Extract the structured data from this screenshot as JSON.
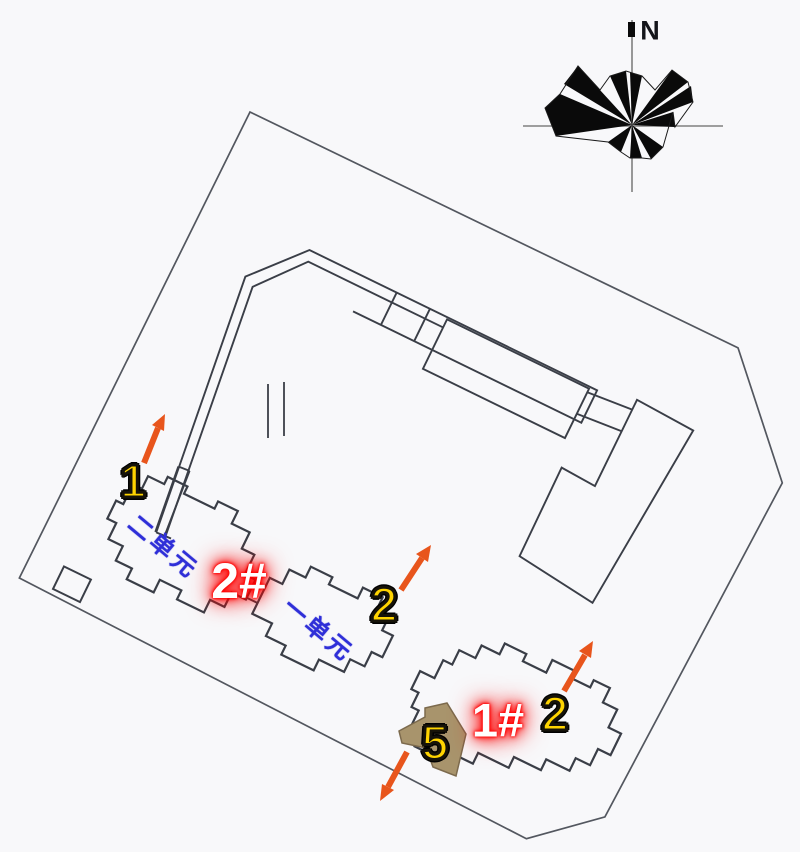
{
  "compass": {
    "north": "N"
  },
  "plan": {
    "building2": {
      "tag": "2#",
      "unit_left_label": "二单元",
      "unit_right_label": "一单元",
      "entrance_left": "1",
      "entrance_right": "2"
    },
    "building1": {
      "tag": "1#",
      "entrance_right": "2",
      "annex": "5"
    }
  },
  "colors": {
    "arrow_orange": "#e8551c",
    "glow_red": "#ff0000",
    "number_yellow": "#ffd400",
    "unit_blue": "#2f2fd8",
    "annex_tan": "#a8946c",
    "outline_dark": "#3a3e47",
    "boundary_gray": "#53575f",
    "background": "#f8f8fa"
  }
}
